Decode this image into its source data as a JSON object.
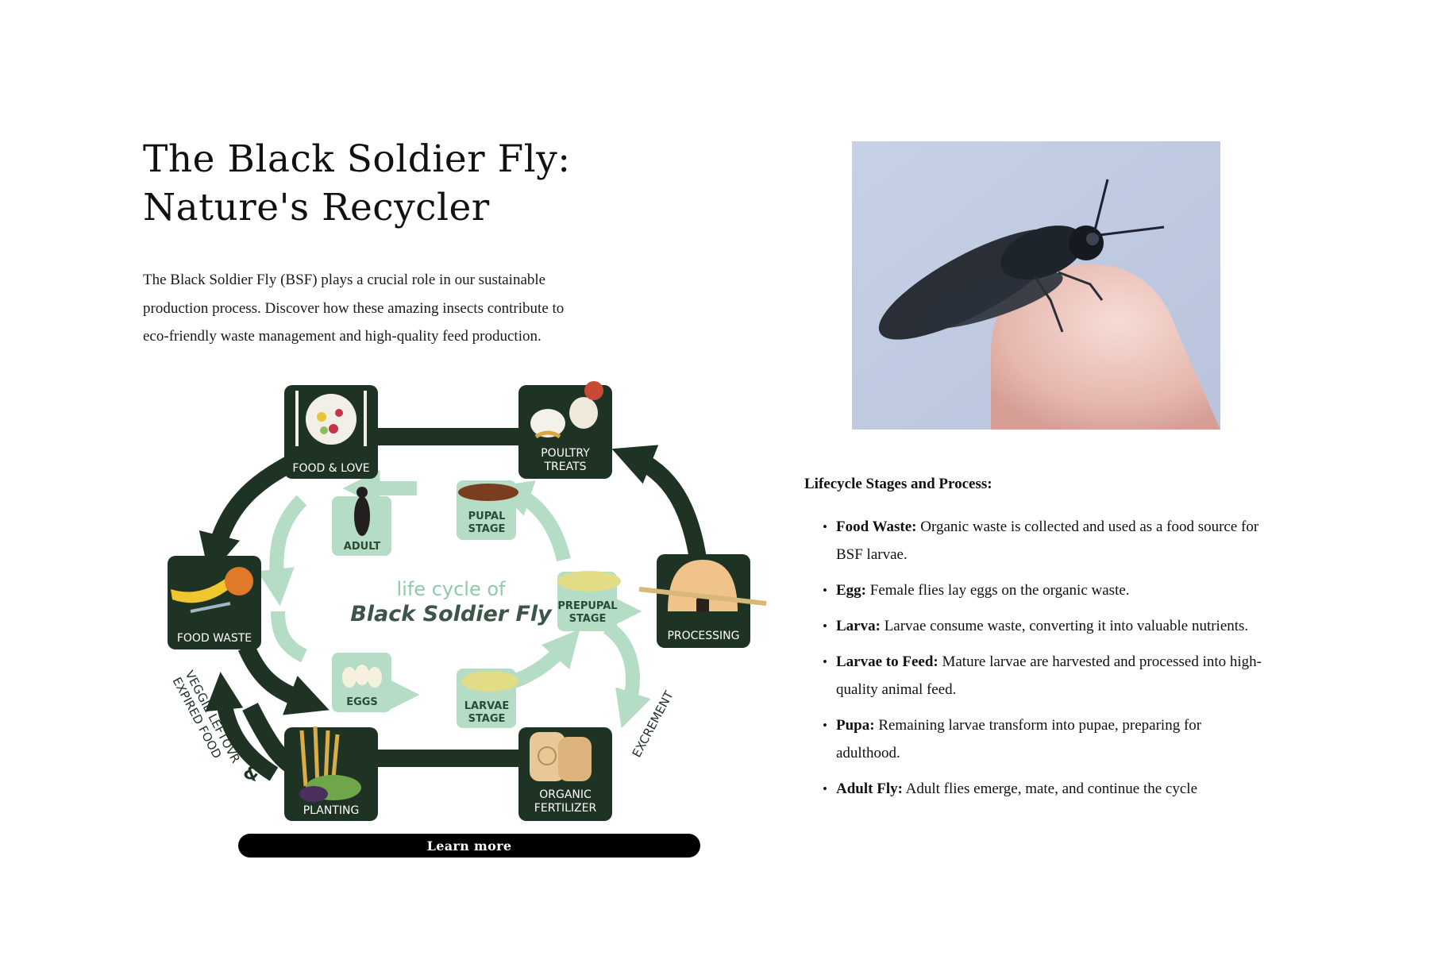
{
  "hero": {
    "title_line1": "The Black Soldier Fly:",
    "title_line2": "Nature's Recycler",
    "intro": "The Black Soldier Fly (BSF) plays a crucial role in our sustainable production process. Discover how these amazing insects contribute to eco-friendly waste management and high-quality feed production."
  },
  "diagram": {
    "center_line1": "life cycle of",
    "center_line2": "Black Soldier Fly",
    "outer_nodes": {
      "food_love": "FOOD & LOVE",
      "poultry_1": "POULTRY",
      "poultry_2": "TREATS",
      "food_waste": "FOOD WASTE",
      "processing": "PROCESSING",
      "planting": "PLANTING",
      "fertilizer_1": "ORGANIC",
      "fertilizer_2": "FERTILIZER"
    },
    "inner_nodes": {
      "adult": "ADULT",
      "pupal_1": "PUPAL",
      "pupal_2": "STAGE",
      "prepupal_1": "PREPUPAL",
      "prepupal_2": "STAGE",
      "eggs": "EGGS",
      "larvae_1": "LARVAE",
      "larvae_2": "STAGE"
    },
    "arrow_labels": {
      "veggie_1": "VEGGIE LEFTOVR",
      "veggie_2": "EXPIRED FOOD",
      "ampersand": "&",
      "excrement": "EXCREMENT"
    },
    "colors": {
      "dark": "#1f3324",
      "light": "#b5dcc5",
      "light_text": "#2c4a36"
    }
  },
  "learn_more": {
    "label": "Learn more"
  },
  "lifecycle": {
    "title": "Lifecycle Stages and Process:",
    "items": [
      {
        "term": "Food Waste:",
        "desc": "Organic waste is collected and used as a food source for BSF larvae."
      },
      {
        "term": "Egg:",
        "desc": "Female flies lay eggs on the organic waste."
      },
      {
        "term": "Larva:",
        "desc": "Larvae consume waste, converting it into valuable nutrients."
      },
      {
        "term": "Larvae to Feed:",
        "desc": "Mature larvae are harvested and processed into high-quality animal feed."
      },
      {
        "term": "Pupa:",
        "desc": "Remaining larvae transform into pupae, preparing for adulthood."
      },
      {
        "term": "Adult Fly:",
        "desc": "Adult flies emerge, mate, and continue the cycle"
      }
    ]
  }
}
